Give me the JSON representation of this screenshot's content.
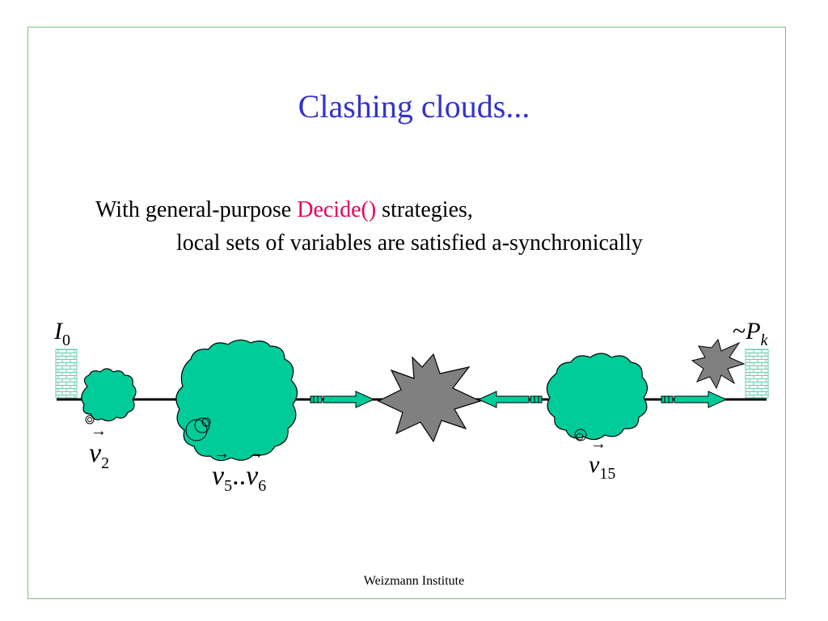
{
  "slide": {
    "title": "Clashing clouds...",
    "line1_pre": "With general-purpose ",
    "line1_kw": "Decide()",
    "line1_post": " strategies,",
    "line2": "local sets of variables are satisfied a-synchronically",
    "footer": "Weizmann Institute"
  },
  "labels": {
    "start": {
      "base": "I",
      "sub": "0"
    },
    "end": {
      "prefix": "~",
      "base": "P",
      "sub": "k"
    },
    "v2": {
      "base": "v",
      "sub": "2"
    },
    "v5_6": {
      "base1": "v",
      "sub1": "5",
      "sep": "..",
      "base2": "v",
      "sub2": "6"
    },
    "v15": {
      "base": "v",
      "sub": "15"
    }
  },
  "colors": {
    "title": "#3333cc",
    "keyword": "#e6005c",
    "cloud": "#00cc99",
    "clash": "#808080",
    "wall": "#66ccaa",
    "frame": "#7fbf7f"
  }
}
